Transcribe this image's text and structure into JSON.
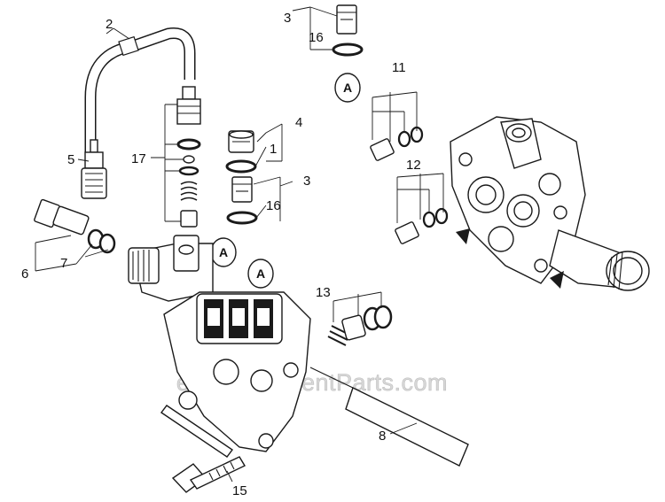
{
  "diagram": {
    "watermark": "eReplacementParts.com",
    "reference_badge": "A",
    "callouts": {
      "c1": "1",
      "c2": "2",
      "c3_top": "3",
      "c3_mid": "3",
      "c4": "4",
      "c5": "5",
      "c6": "6",
      "c7": "7",
      "c8": "8",
      "c11": "11",
      "c12": "12",
      "c13": "13",
      "c15": "15",
      "c16_top": "16",
      "c16_mid": "16",
      "c17": "17"
    }
  }
}
